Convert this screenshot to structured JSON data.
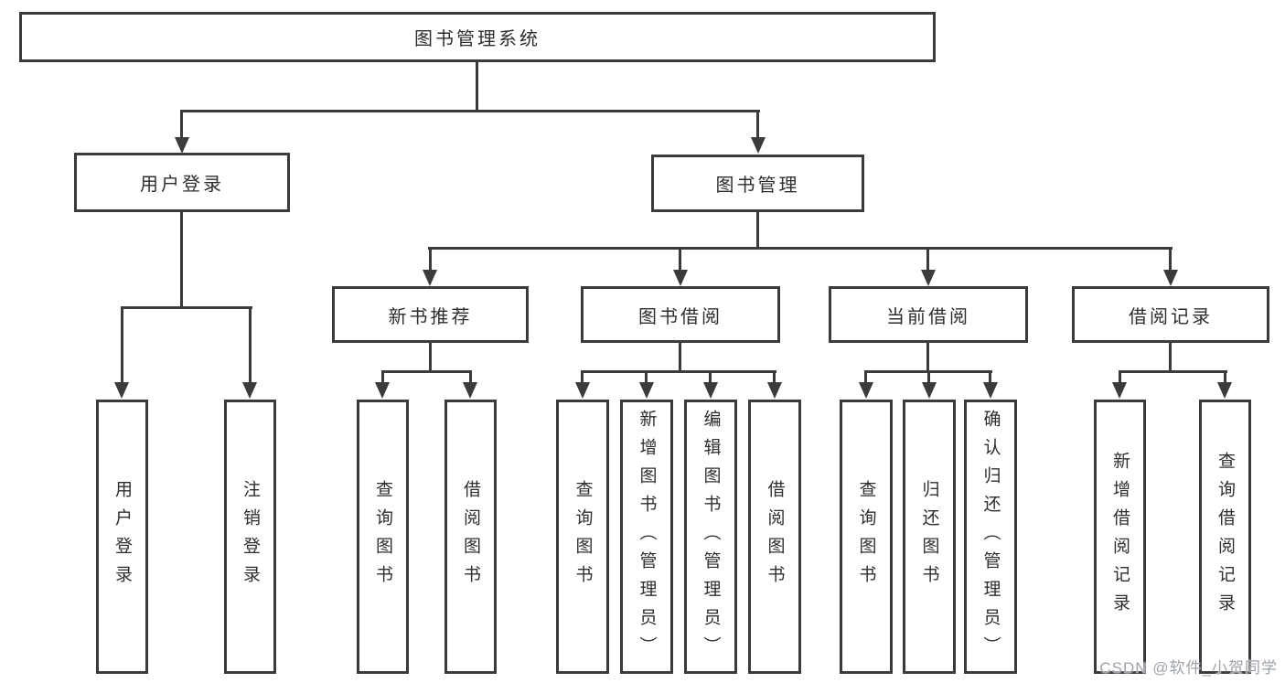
{
  "diagram": {
    "title": "图书管理系统",
    "level2": [
      {
        "label": "用户登录"
      },
      {
        "label": "图书管理"
      }
    ],
    "level3": [
      {
        "label": "新书推荐",
        "parent": "图书管理"
      },
      {
        "label": "图书借阅",
        "parent": "图书管理"
      },
      {
        "label": "当前借阅",
        "parent": "图书管理"
      },
      {
        "label": "借阅记录",
        "parent": "图书管理"
      }
    ],
    "leaves": [
      {
        "label": "用户登录",
        "parent": "用户登录"
      },
      {
        "label": "注销登录",
        "parent": "用户登录"
      },
      {
        "label": "查询图书",
        "parent": "新书推荐"
      },
      {
        "label": "借阅图书",
        "parent": "新书推荐"
      },
      {
        "label": "查询图书",
        "parent": "图书借阅"
      },
      {
        "label": "新增图书（管理员）",
        "parent": "图书借阅"
      },
      {
        "label": "编辑图书（管理员）",
        "parent": "图书借阅"
      },
      {
        "label": "借阅图书",
        "parent": "图书借阅"
      },
      {
        "label": "查询图书",
        "parent": "当前借阅"
      },
      {
        "label": "归还图书",
        "parent": "当前借阅"
      },
      {
        "label": "确认归还（管理员）",
        "parent": "当前借阅"
      },
      {
        "label": "新增借阅记录",
        "parent": "借阅记录"
      },
      {
        "label": "查询借阅记录",
        "parent": "借阅记录"
      }
    ],
    "watermark": "CSDN @软件_小贺同学",
    "colors": {
      "line": "#3b3b3b",
      "text": "#2e2e2e",
      "background": "#ffffff",
      "watermark": "#9ea3aa"
    }
  }
}
